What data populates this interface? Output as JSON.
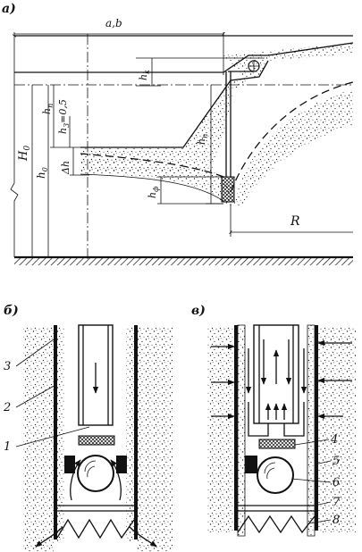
{
  "panels": {
    "a": {
      "label": "а)",
      "dims": {
        "ab": "a,b",
        "hk": "h",
        "hk_sub": "k",
        "hn": "h",
        "hn_sub": "n",
        "hp": "h",
        "hp_sub": "n",
        "h3": "h",
        "h3_sub": "3",
        "h3_val": "=0,5",
        "H0": "H",
        "H0_sub": "0",
        "h0": "h",
        "h0_sub": "0",
        "dh": "Δh",
        "hf": "h",
        "hf_sub": "ф",
        "R": "R"
      }
    },
    "b": {
      "label": "б)",
      "callouts": [
        "3",
        "2",
        "1"
      ]
    },
    "v": {
      "label": "в)",
      "callouts": [
        "4",
        "5",
        "6",
        "7",
        "8"
      ]
    }
  }
}
